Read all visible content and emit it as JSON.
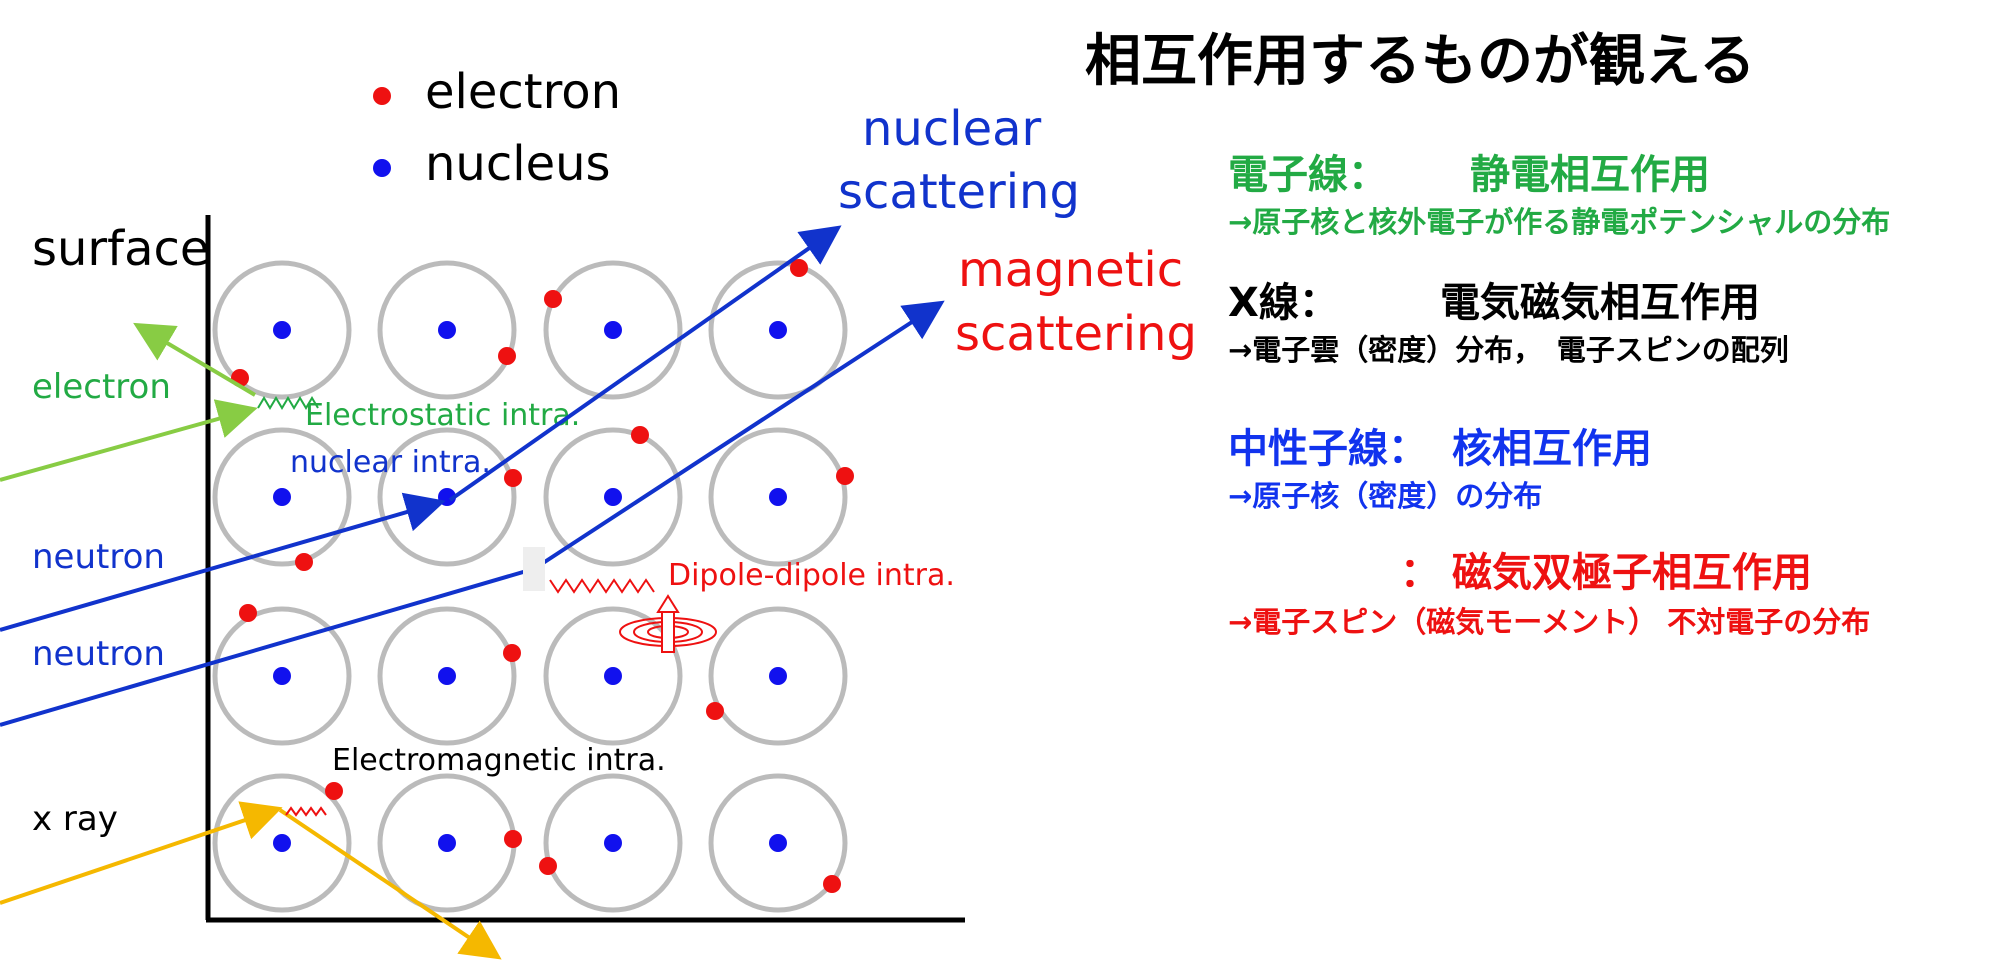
{
  "title": "相互作用するものが観える",
  "legend": {
    "electron": {
      "label": "electron",
      "color": "#ee1111"
    },
    "nucleus": {
      "label": "nucleus",
      "color": "#1111ee"
    }
  },
  "surface_label": "surface",
  "probes": {
    "electron": "electron",
    "neutron_1": "neutron",
    "neutron_2": "neutron",
    "xray": "x ray"
  },
  "scattering": {
    "nuclear_line1": "nuclear",
    "nuclear_line2": "scattering",
    "magnetic_line1": "magnetic",
    "magnetic_line2": "scattering"
  },
  "interactions": {
    "electrostatic": "Electrostatic intra.",
    "nuclear": "nuclear intra.",
    "dipole": "Dipole-dipole intra.",
    "electromagnetic": "Electromagnetic intra."
  },
  "explanations": [
    {
      "head_a": "電子線：",
      "head_b": "静電相互作用",
      "detail": "→原子核と核外電子が作る静電ポテンシャルの分布",
      "color": "#22aa44"
    },
    {
      "head_a": "X線：",
      "head_b": "電気磁気相互作用",
      "detail": "→電子雲（密度）分布，　電子スピンの配列",
      "color": "#000000"
    },
    {
      "head_a": "中性子線：",
      "head_b": "核相互作用",
      "detail": "→原子核（密度）の分布",
      "color": "#1133ee"
    },
    {
      "head_a": "：",
      "head_b": "磁気双極子相互作用",
      "detail": "→電子スピン（磁気モーメント） 不対電子の分布",
      "color": "#ee1111"
    }
  ],
  "colors": {
    "electron_beam": "#88cc44",
    "electron_text": "#22aa44",
    "neutron": "#1133cc",
    "neutron_text": "#1133cc",
    "magnetic": "#ee1111",
    "xray": "#f5b800",
    "atom_ring": "#bbbbbb"
  }
}
